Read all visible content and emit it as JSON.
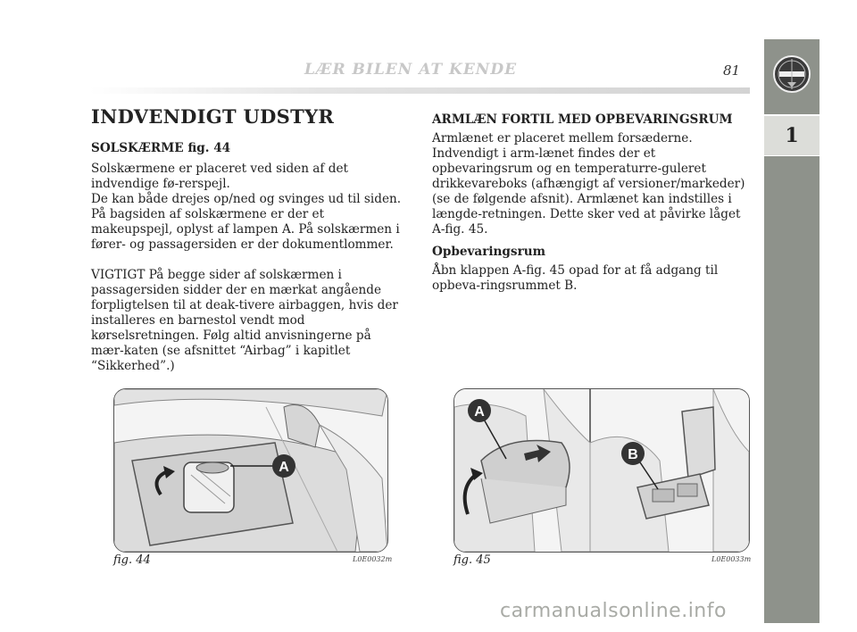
{
  "header": {
    "title": "LÆR BILEN AT KENDE",
    "page_number": "81"
  },
  "side_tab": {
    "section": "1",
    "logo_icon": "lancia-logo-icon"
  },
  "left_column": {
    "heading": "INDVENDIGT UDSTYR",
    "subheading": "SOLSKÆRME fig. 44",
    "paragraphs": [
      "Solskærmene er placeret ved siden af det indvendige fø-rerspejl.",
      "De kan både drejes op/ned og svinges ud til siden.",
      "På bagsiden af solskærmene er der et makeupspejl, oplyst af lampen A. På solskærmen i fører- og passagersiden er der dokumentlommer.",
      "VIGTIGT På begge sider af solskærmen i passagersiden sidder der en mærkat angående forpligtelsen til at deak-tivere airbaggen, hvis der installeres en barnestol vendt mod kørselsretningen. Følg altid anvisningerne på mær-katen (se afsnittet “Airbag” i kapitlet “Sikkerhed”.)"
    ]
  },
  "right_column": {
    "heading": "ARMLÆN FORTIL MED OPBEVARINGSRUM",
    "paragraph": "Armlænet er placeret mellem forsæderne. Indvendigt i arm-lænet findes der et opbevaringsrum og en temperaturre-guleret drikkevareboks (afhængigt af versioner/markeder) (se de følgende afsnit). Armlænet kan indstilles i længde-retningen. Dette sker ved at påvirke låget A-fig. 45.",
    "subheading": "Opbevaringsrum",
    "subparagraph": "Åbn klappen A-fig. 45 opad for at få adgang til opbeva-ringsrummet B."
  },
  "figures": [
    {
      "label": "fig. 44",
      "code": "L0E0032m",
      "callouts": [
        "A"
      ]
    },
    {
      "label": "fig. 45",
      "code": "L0E0033m",
      "callouts": [
        "A",
        "B"
      ]
    }
  ],
  "watermark": "carmanualsonline.info"
}
